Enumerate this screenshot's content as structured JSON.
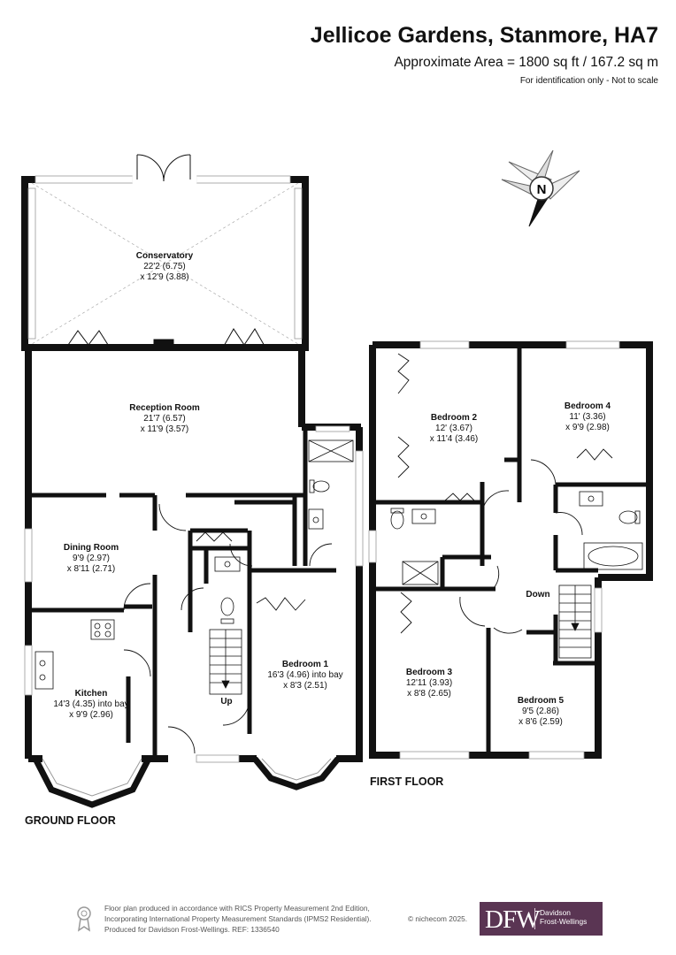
{
  "header": {
    "title": "Jellicoe Gardens, Stanmore, HA7",
    "area": "Approximate Area = 1800 sq ft / 167.2 sq m",
    "note": "For identification only - Not to scale"
  },
  "compass": {
    "label": "N"
  },
  "ground_floor": {
    "label": "GROUND FLOOR",
    "rooms": [
      {
        "name": "Conservatory",
        "dim1": "22'2 (6.75)",
        "dim2": "x 12'9 (3.88)"
      },
      {
        "name": "Reception Room",
        "dim1": "21'7 (6.57)",
        "dim2": "x 11'9 (3.57)"
      },
      {
        "name": "Dining Room",
        "dim1": "9'9 (2.97)",
        "dim2": "x 8'11 (2.71)"
      },
      {
        "name": "Kitchen",
        "dim1": "14'3 (4.35) into bay",
        "dim2": "x 9'9 (2.96)"
      },
      {
        "name": "Bedroom 1",
        "dim1": "16'3 (4.96) into bay",
        "dim2": "x 8'3 (2.51)"
      }
    ],
    "stairs_label": "Up"
  },
  "first_floor": {
    "label": "FIRST FLOOR",
    "rooms": [
      {
        "name": "Bedroom 2",
        "dim1": "12' (3.67)",
        "dim2": "x 11'4 (3.46)"
      },
      {
        "name": "Bedroom 4",
        "dim1": "11' (3.36)",
        "dim2": "x 9'9 (2.98)"
      },
      {
        "name": "Bedroom 3",
        "dim1": "12'11 (3.93)",
        "dim2": "x 8'8 (2.65)"
      },
      {
        "name": "Bedroom 5",
        "dim1": "9'5 (2.86)",
        "dim2": "x 8'6 (2.59)"
      }
    ],
    "stairs_label": "Down"
  },
  "footer": {
    "lines": [
      "Floor plan produced in accordance with RICS Property Measurement 2nd Edition,",
      "Incorporating International Property Measurement Standards (IPMS2 Residential).",
      "Produced for Davidson Frost-Wellings.   REF: 1336540"
    ],
    "copyright": "© nichecom 2025."
  },
  "logo": {
    "mark": "DFW",
    "line1": "Davidson",
    "line2": "Frost-Wellings"
  },
  "colors": {
    "wall": "#111111",
    "logo_bg": "#5a3553",
    "window": "#bbbbbb"
  }
}
